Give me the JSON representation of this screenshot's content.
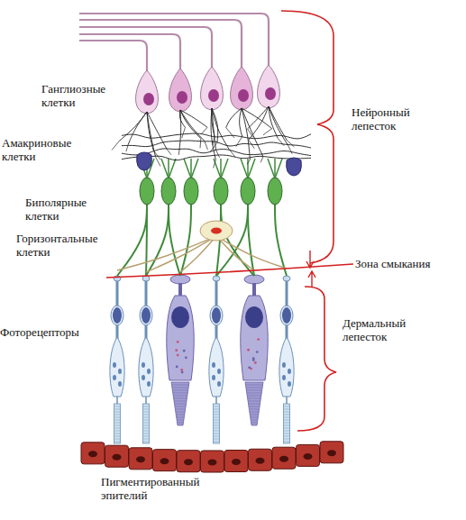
{
  "diagram": {
    "labels": [
      "Ганглиозные клетки",
      "Амакриновые клетки",
      "Биполярные клетки",
      "Горизонтальные клетки",
      "Фоторецепторы",
      "Пигментированный эпителий",
      "Нейронный лепесток",
      "Зона смыкания",
      "Дермальный лепесток"
    ]
  }
}
